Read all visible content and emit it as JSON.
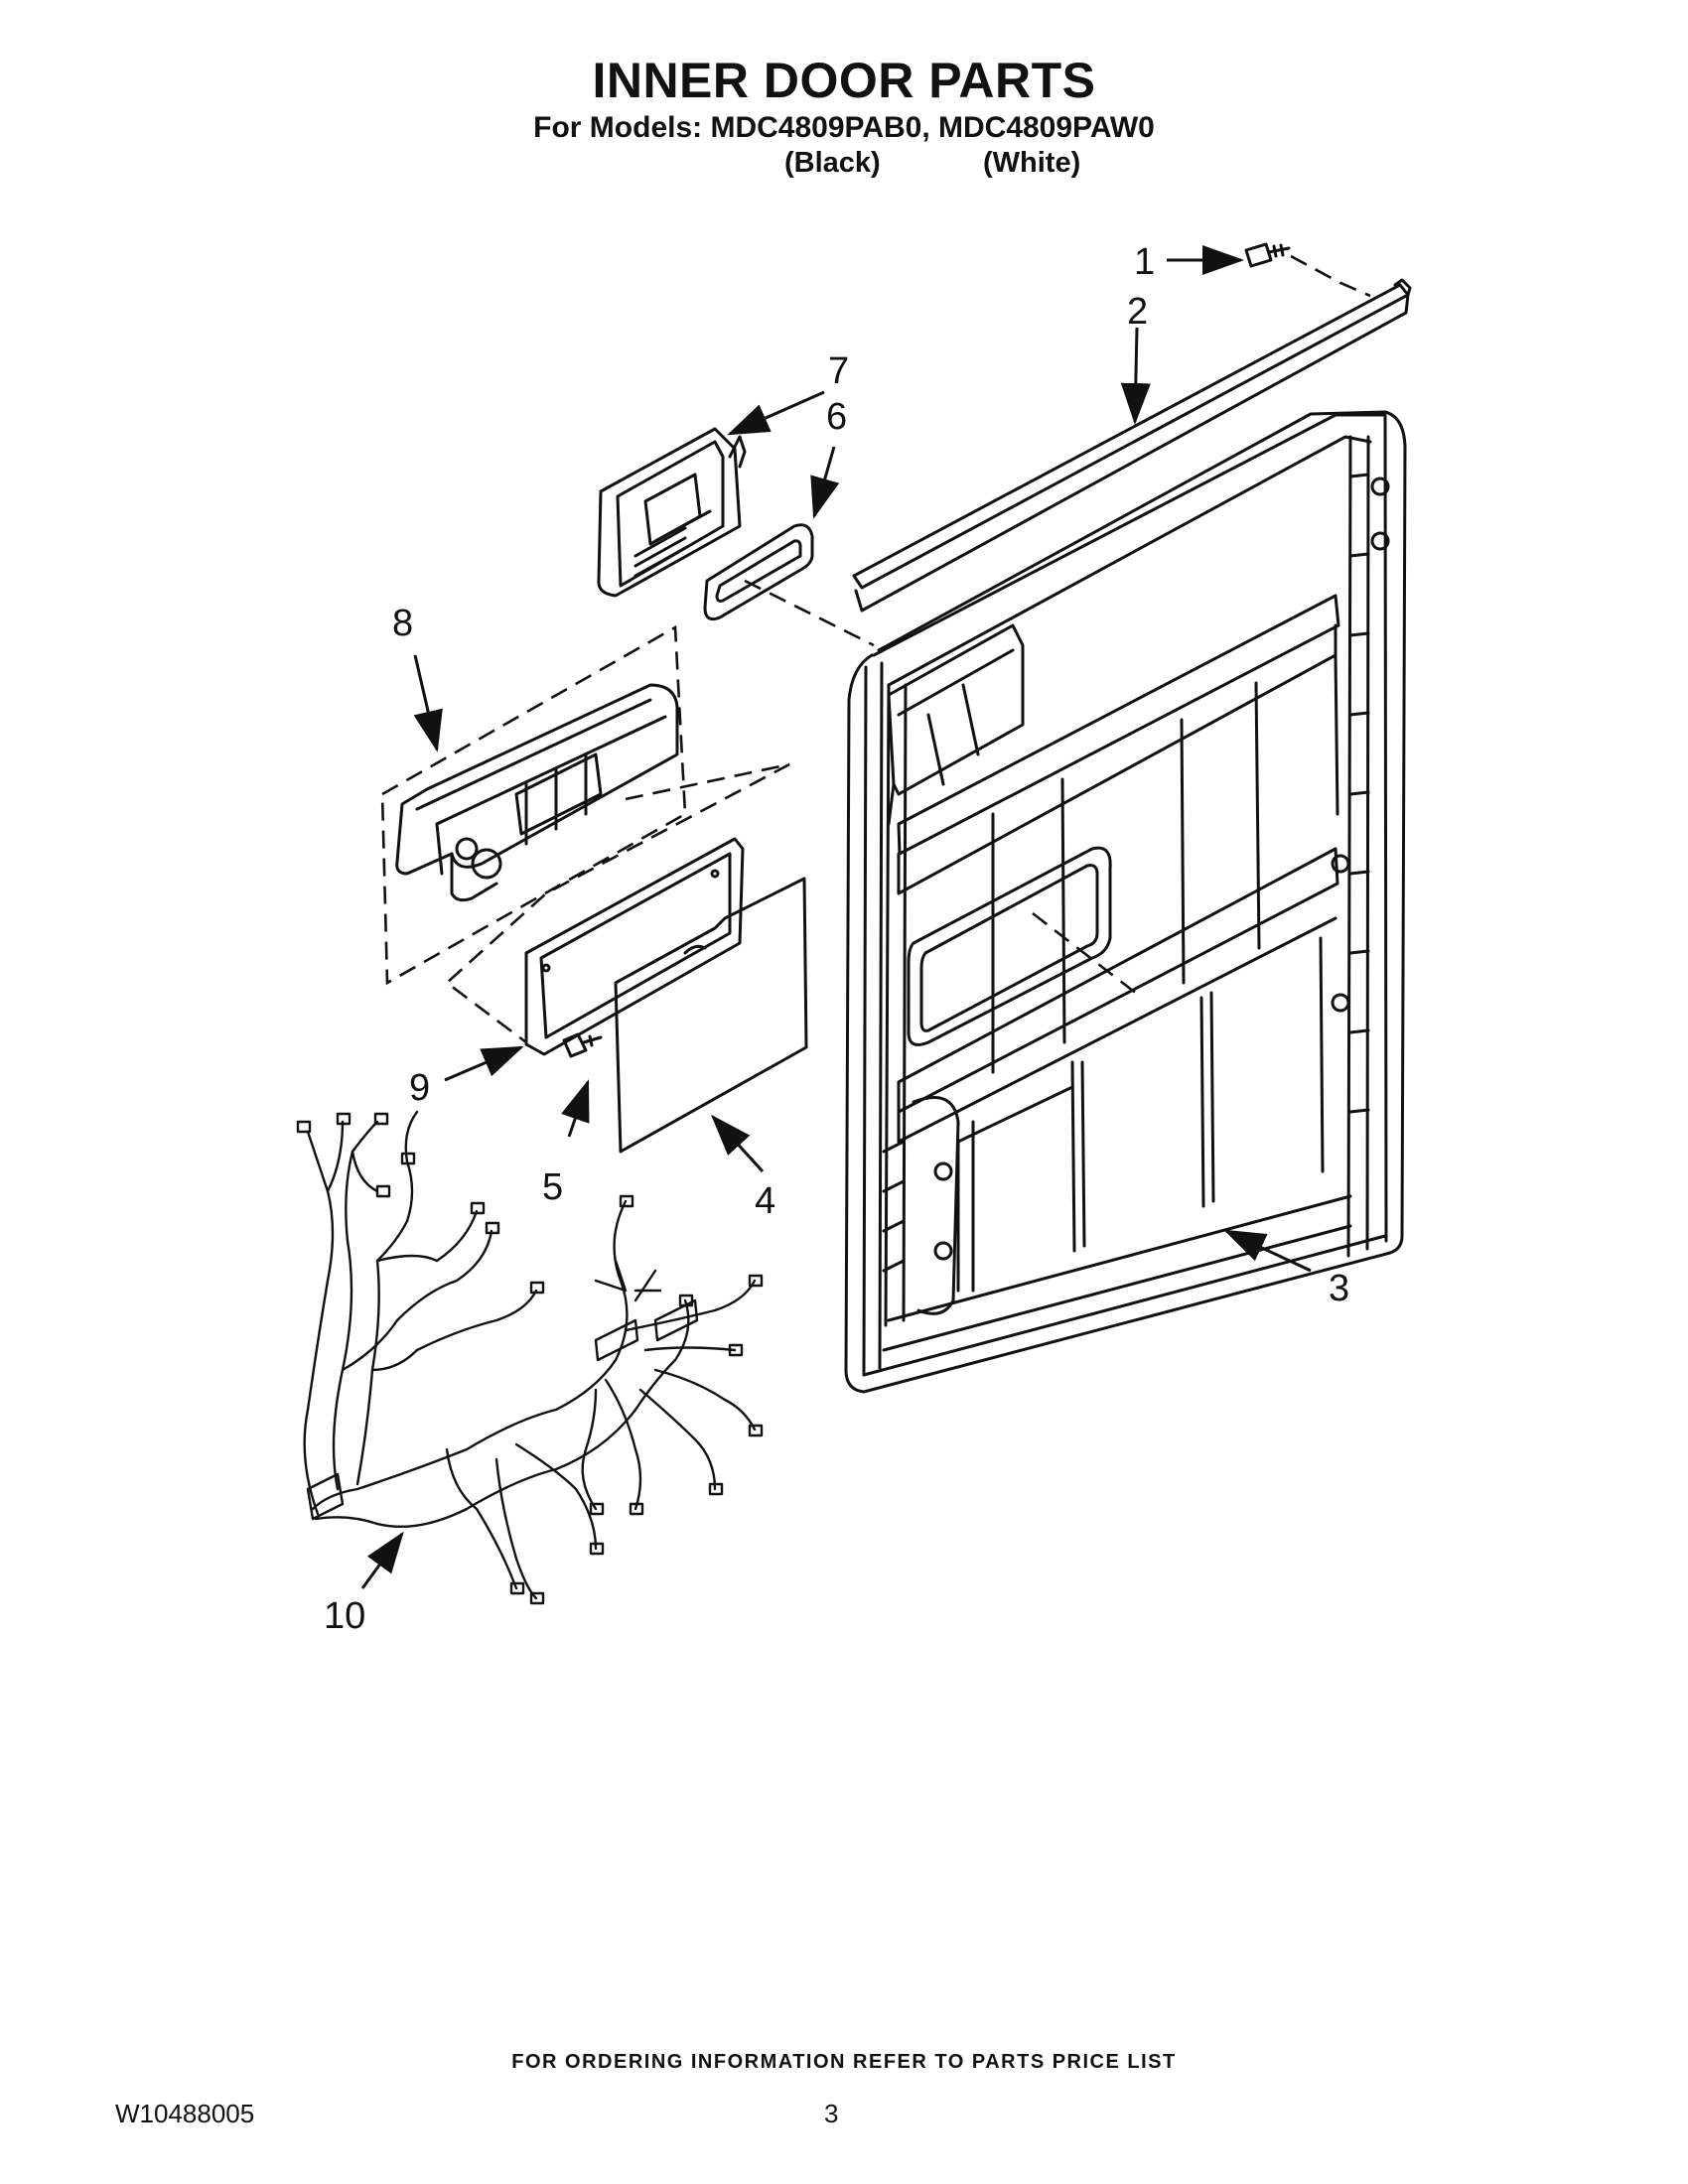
{
  "header": {
    "title": "INNER DOOR PARTS",
    "subtitle": "For Models: MDC4809PAB0, MDC4809PAW0",
    "variants": [
      "(Black)",
      "(White)"
    ]
  },
  "callouts": [
    "1",
    "2",
    "3",
    "4",
    "5",
    "6",
    "7",
    "8",
    "9",
    "10"
  ],
  "footer": {
    "ordering_note": "FOR ORDERING INFORMATION REFER TO PARTS PRICE LIST",
    "document_number": "W10488005",
    "page_number": "3"
  }
}
